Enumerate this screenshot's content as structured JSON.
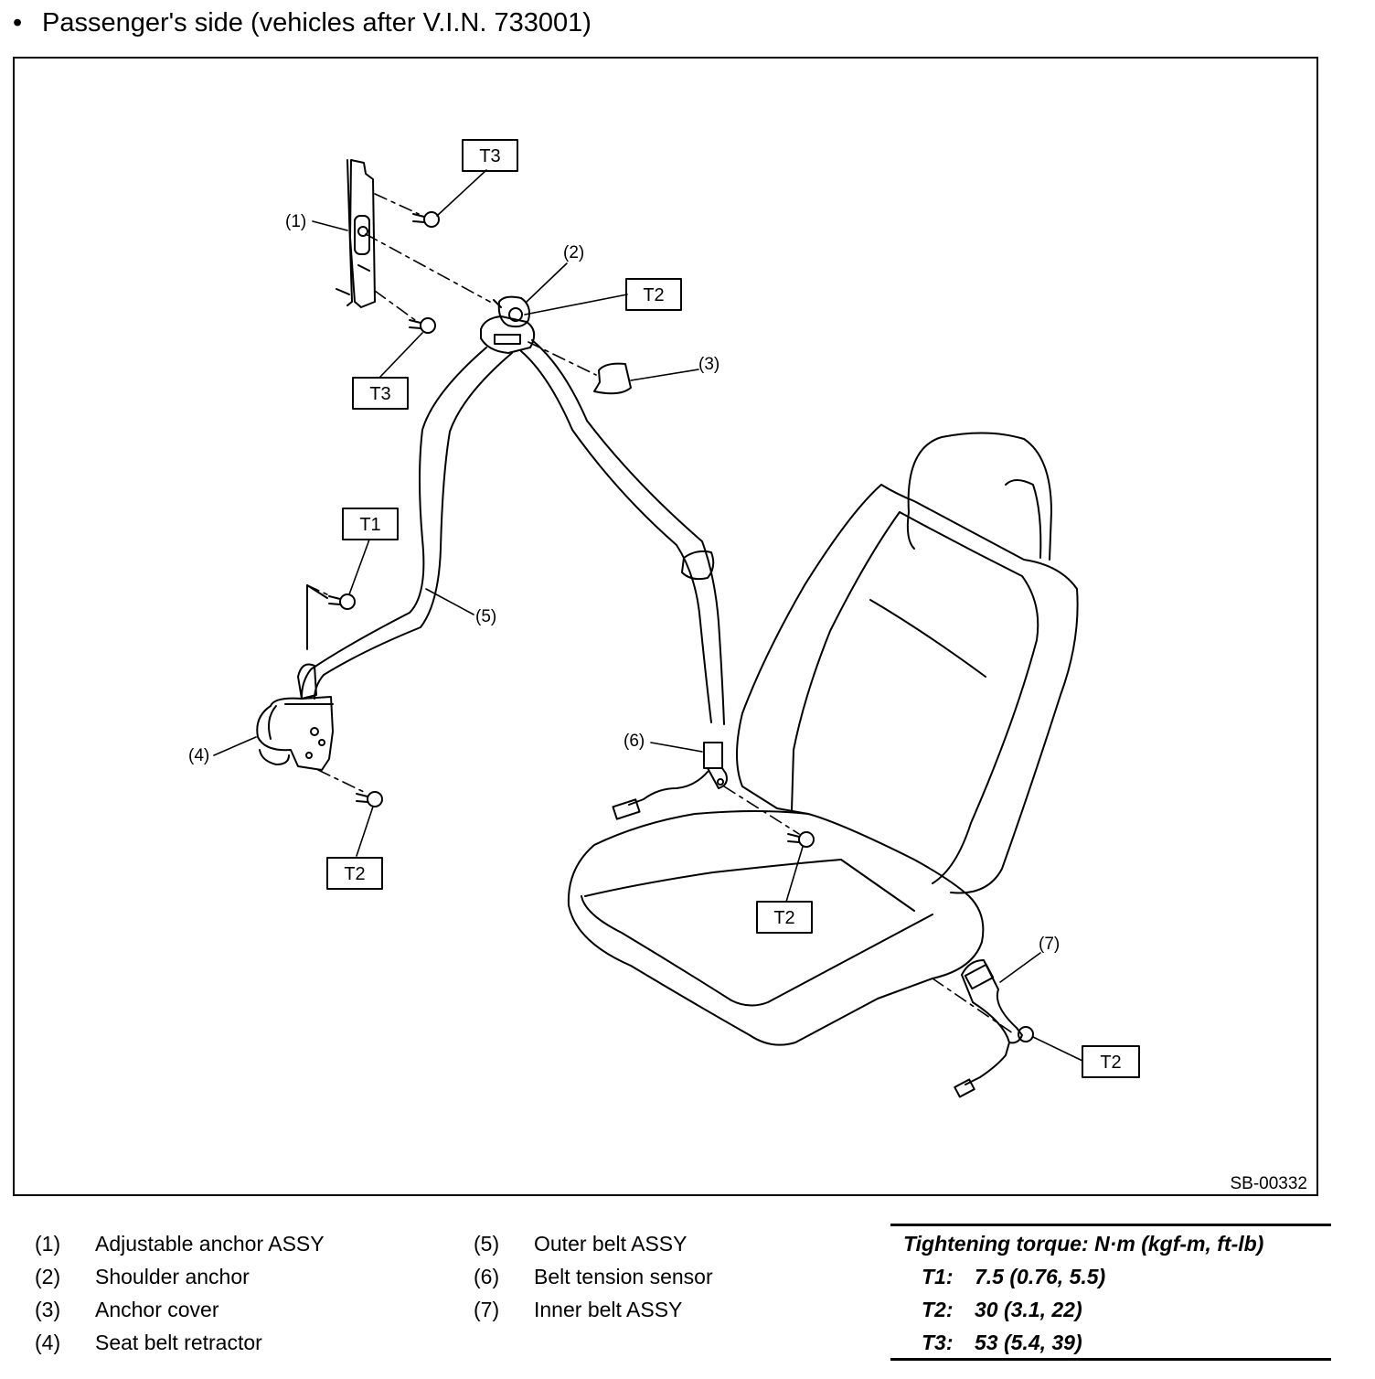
{
  "heading": {
    "bullet": "•",
    "text": "Passenger's side (vehicles after V.I.N. 733001)"
  },
  "figure": {
    "code": "SB-00332",
    "callouts": [
      "(1)",
      "(2)",
      "(3)",
      "(4)",
      "(5)",
      "(6)",
      "(7)"
    ],
    "torque_tags": [
      "T3",
      "T3",
      "T2",
      "T1",
      "T2",
      "T2",
      "T2"
    ]
  },
  "legend": {
    "left": [
      {
        "num": "(1)",
        "label": "Adjustable anchor ASSY"
      },
      {
        "num": "(2)",
        "label": "Shoulder anchor"
      },
      {
        "num": "(3)",
        "label": "Anchor cover"
      },
      {
        "num": "(4)",
        "label": "Seat belt retractor"
      }
    ],
    "right": [
      {
        "num": "(5)",
        "label": "Outer belt ASSY"
      },
      {
        "num": "(6)",
        "label": "Belt tension sensor"
      },
      {
        "num": "(7)",
        "label": "Inner belt ASSY"
      }
    ]
  },
  "torque": {
    "title": "Tightening torque: N·m (kgf-m, ft-lb)",
    "rows": [
      {
        "code": "T1:",
        "value": "7.5 (0.76, 5.5)"
      },
      {
        "code": "T2:",
        "value": "30 (3.1, 22)"
      },
      {
        "code": "T3:",
        "value": "53 (5.4, 39)"
      }
    ]
  }
}
